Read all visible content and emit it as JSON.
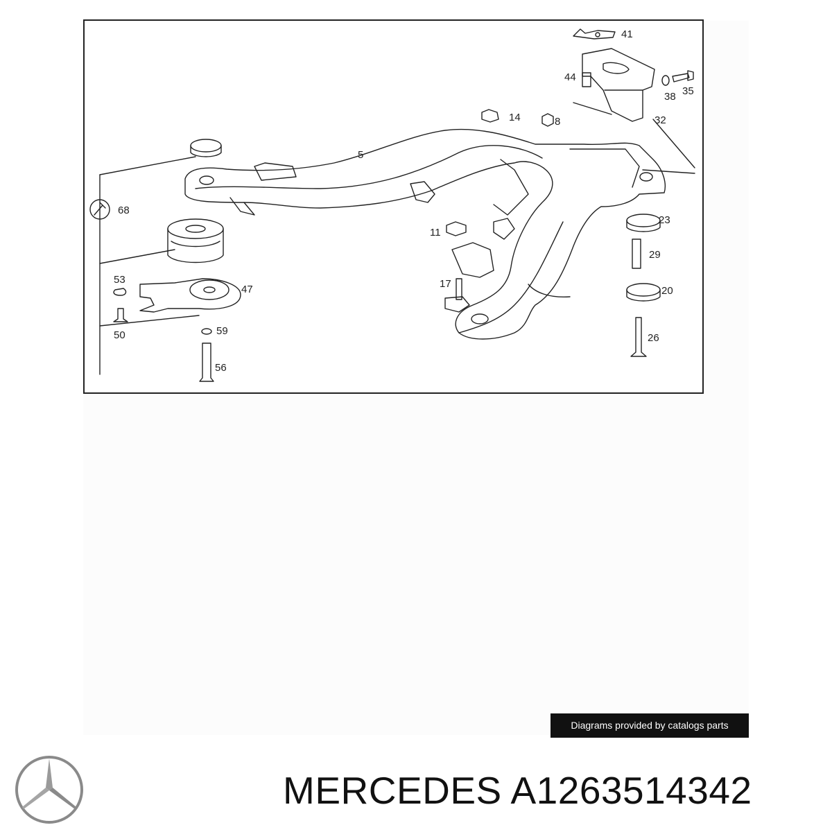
{
  "diagram": {
    "callouts": [
      {
        "id": "c41",
        "label": "41"
      },
      {
        "id": "c44",
        "label": "44"
      },
      {
        "id": "c38",
        "label": "38"
      },
      {
        "id": "c35",
        "label": "35"
      },
      {
        "id": "c14",
        "label": "14"
      },
      {
        "id": "c8",
        "label": "8"
      },
      {
        "id": "c32",
        "label": "32"
      },
      {
        "id": "c5",
        "label": "5"
      },
      {
        "id": "c68",
        "label": "68"
      },
      {
        "id": "c11",
        "label": "11"
      },
      {
        "id": "c23",
        "label": "23"
      },
      {
        "id": "c29",
        "label": "29"
      },
      {
        "id": "c53",
        "label": "53"
      },
      {
        "id": "c47",
        "label": "47"
      },
      {
        "id": "c17",
        "label": "17"
      },
      {
        "id": "c20",
        "label": "20"
      },
      {
        "id": "c50",
        "label": "50"
      },
      {
        "id": "c59",
        "label": "59"
      },
      {
        "id": "c26",
        "label": "26"
      },
      {
        "id": "c56",
        "label": "56"
      }
    ]
  },
  "footer": {
    "credit": "Diagrams provided by catalogs parts",
    "brand": "MERCEDES",
    "part_number": "A1263514342"
  },
  "colors": {
    "line": "#222222",
    "banner_bg": "#111111",
    "banner_text": "#ffffff",
    "logo": "#8a8a8a"
  }
}
